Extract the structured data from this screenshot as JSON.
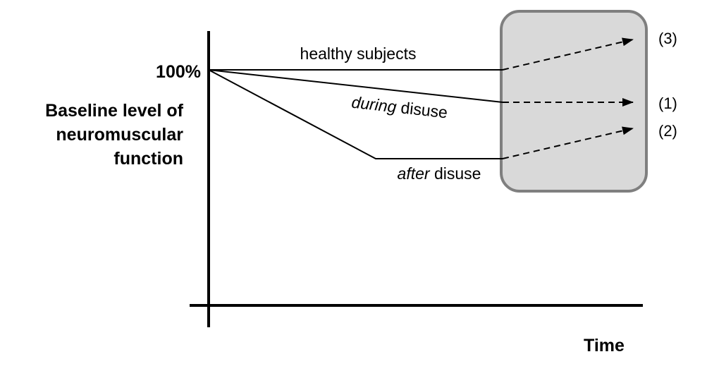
{
  "colors": {
    "axis": "#000000",
    "line": "#000000",
    "box_fill": "#d9d9d9",
    "box_stroke": "#7f7f7f"
  },
  "y_axis": {
    "baseline_marker": "100%",
    "title_lines": [
      "Baseline level of",
      "neuromuscular",
      "function"
    ]
  },
  "x_axis": {
    "title": "Time"
  },
  "curves": {
    "healthy": {
      "label": "healthy subjects",
      "outcome": "(3)"
    },
    "during": {
      "label_italic": "during",
      "label_rest": " disuse",
      "outcome": "(1)"
    },
    "after": {
      "label_italic": "after",
      "label_rest": " disuse",
      "outcome": "(2)"
    }
  }
}
